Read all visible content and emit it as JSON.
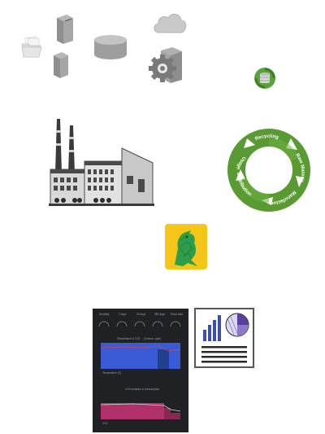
{
  "lifecycle": {
    "segments": [
      "Recycling",
      "Raw Materials",
      "Manufacturing",
      "Distribution",
      "Usage"
    ],
    "colors": {
      "dark": "#4f8a2f",
      "light": "#6aab3f"
    }
  },
  "icons": {
    "folder": "folder-icon",
    "servers": "server-tower-icon",
    "database": "database-cylinder-icon",
    "cloud": "cloud-icon",
    "settings": "gear-server-icon",
    "recycle_db": "recycle-database-icon",
    "factory": "factory-icon",
    "bird": "bird-logo-icon",
    "report": "report-chart-icon"
  },
  "dashboard": {
    "accent_blue": "#3b5bd6",
    "accent_magenta": "#b0306a",
    "top_labels": [
      "Humidity",
      "7 days",
      "30 days",
      "365 days",
      "Since start"
    ],
    "panel1_title": "Temperature & CO2 ... (Celsius / ppm)",
    "panel2_title": "CO2 emission & consumption",
    "legend1": "Temperature (C)",
    "legend2": "CO2"
  },
  "logo_color": "#f5c518"
}
